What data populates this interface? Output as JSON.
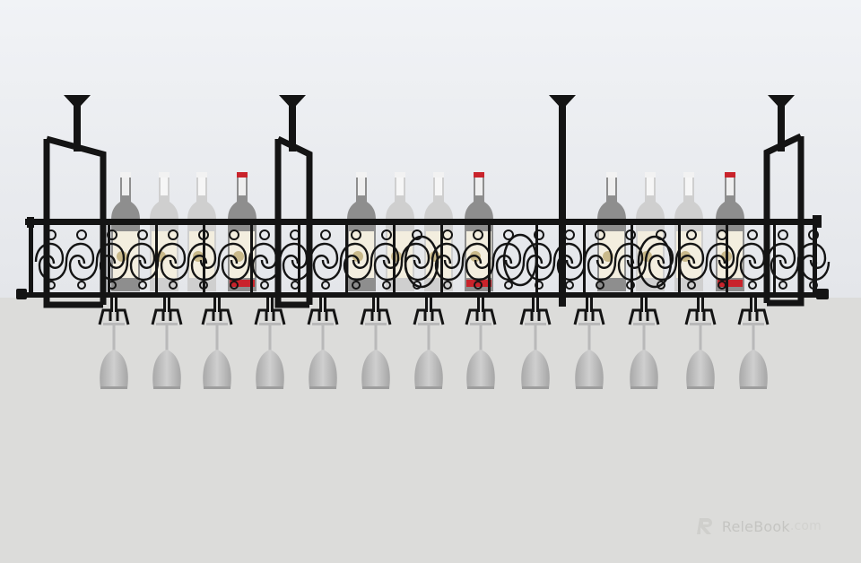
{
  "scene": {
    "subject": "wine-rack-3d-render",
    "colors": {
      "wall_top": "#eef0f4",
      "wall_bottom": "#e6e8ec",
      "floor": "#dcdcda",
      "iron": "#141414",
      "glass": "#b9b9b9",
      "bottle_dark": "#8e8e8e",
      "bottle_light": "#cfcfcf",
      "label_cream": "#f3eedf",
      "label_red": "#c9232b",
      "cork_white": "#f2f2f2"
    },
    "bottle_count": 12,
    "glass_count": 13,
    "hanger_rods": 4
  },
  "watermark": {
    "brand": "ReleBook",
    "domain": ".com",
    "icon": "relebook-logo-icon"
  }
}
